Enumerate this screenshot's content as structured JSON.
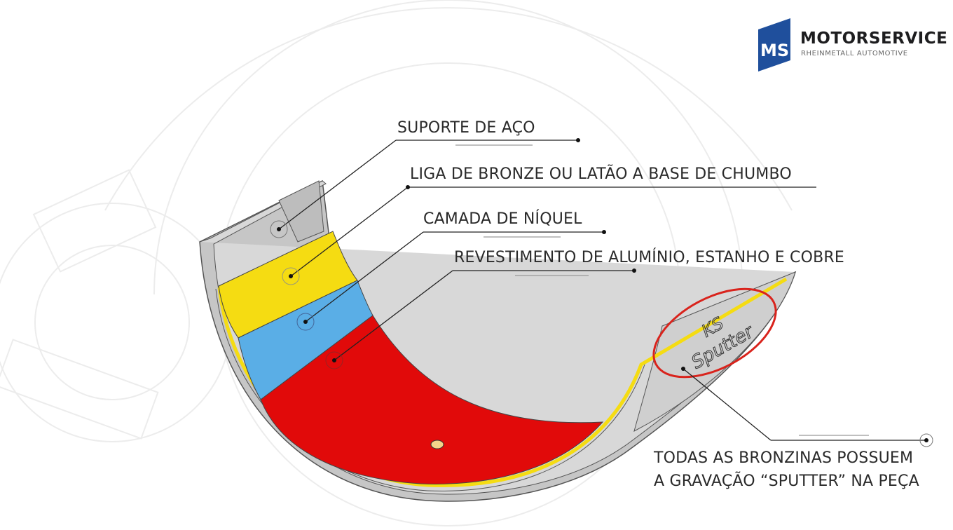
{
  "logo": {
    "mark": "MS",
    "name": "MOTORSERVICE",
    "subtitle": "RHEINMETALL AUTOMOTIVE"
  },
  "labels": [
    {
      "text": "SUPORTE DE AÇO"
    },
    {
      "text": "LIGA DE BRONZE OU LATÃO A BASE DE CHUMBO"
    },
    {
      "text": "CAMADA DE NÍQUEL"
    },
    {
      "text": "REVESTIMENTO DE ALUMÍNIO, ESTANHO E COBRE"
    }
  ],
  "engraving": {
    "line1": "KS",
    "line2": "Sputter"
  },
  "note": {
    "line1": "TODAS AS BRONZINAS POSSUEM",
    "line2": "A GRAVAÇÃO “SPUTTER” NA PEÇA"
  },
  "colors": {
    "steel": "#c8c8c8",
    "bronze": "#f5dc12",
    "nickel": "#5aaee6",
    "coating": "#e10a0a",
    "highlight": "#d9231c",
    "brand": "#1f4f9c"
  }
}
